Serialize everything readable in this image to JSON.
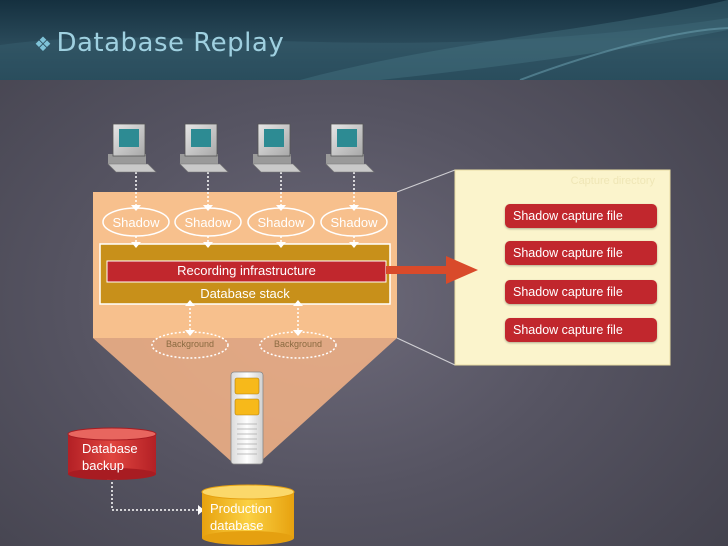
{
  "slide": {
    "title": "Database Replay"
  },
  "diagram": {
    "shadows": [
      "Shadow",
      "Shadow",
      "Shadow",
      "Shadow"
    ],
    "recording_infrastructure": "Recording infrastructure",
    "database_stack": "Database stack",
    "background_processes": [
      "Background",
      "Background"
    ],
    "capture_directory_label": "Capture directory",
    "capture_files": [
      "Shadow capture file",
      "Shadow capture file",
      "Shadow capture file",
      "Shadow capture file"
    ],
    "database_backup": "Database backup",
    "production_database": "Production database",
    "colors": {
      "orange_box": "#f6c08d",
      "cream_panel": "#fbf4cc",
      "red": "#c1272d",
      "gold": "#c8901a",
      "yellow": "#f7b91a"
    }
  }
}
